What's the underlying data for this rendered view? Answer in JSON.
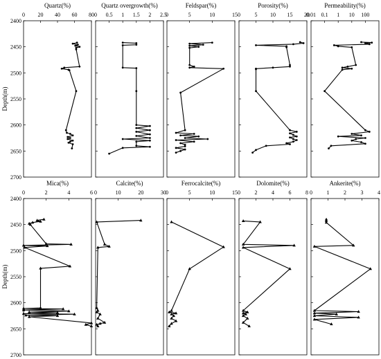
{
  "chart_data": [
    {
      "type": "line",
      "title": "Quartz(%)",
      "ylabel": "Depth(m)",
      "xlim": [
        0,
        80
      ],
      "xticks": [
        0,
        20,
        40,
        60,
        80
      ],
      "ylim": [
        2400,
        2700
      ],
      "yticks": [
        2400,
        2450,
        2500,
        2550,
        2600,
        2650,
        2700
      ],
      "x": [
        63,
        58,
        64,
        61,
        66,
        62,
        62,
        66,
        48,
        45,
        53,
        54,
        62,
        50,
        51,
        55,
        58,
        52,
        55,
        52,
        58,
        55,
        53,
        58,
        57
      ],
      "y": [
        2442,
        2444,
        2446,
        2448,
        2450,
        2452,
        2455,
        2488,
        2490,
        2492,
        2494,
        2495,
        2535,
        2610,
        2615,
        2617,
        2620,
        2623,
        2625,
        2627,
        2630,
        2632,
        2634,
        2637,
        2645
      ]
    },
    {
      "type": "line",
      "title": "Quartz overgrowth(%)",
      "xlim": [
        0,
        2.5
      ],
      "xticks": [
        0,
        0.5,
        1,
        1.5,
        2,
        2.5
      ],
      "ylim": [
        2400,
        2700
      ],
      "yticks": [
        2400,
        2450,
        2500,
        2550,
        2600,
        2650,
        2700
      ],
      "x": [
        1.0,
        1.5,
        1.5,
        1.0,
        1.0,
        1.5,
        1.5,
        1.5,
        2.0,
        1.5,
        2.0,
        1.5,
        2.0,
        1.5,
        2.0,
        1.0,
        2.0,
        1.5,
        1.5,
        2.0,
        1.0,
        0.5
      ],
      "y": [
        2442,
        2443,
        2446,
        2447,
        2490,
        2491,
        2535,
        2600,
        2602,
        2606,
        2610,
        2613,
        2618,
        2621,
        2625,
        2627,
        2630,
        2632,
        2640,
        2642,
        2644,
        2655
      ]
    },
    {
      "type": "line",
      "title": "Feldspar(%)",
      "xlim": [
        0,
        15
      ],
      "xticks": [
        0,
        5,
        10,
        15
      ],
      "ylim": [
        2400,
        2700
      ],
      "yticks": [
        2400,
        2450,
        2500,
        2550,
        2600,
        2650,
        2700
      ],
      "x": [
        10,
        5,
        8,
        5,
        7,
        5,
        5,
        6,
        5,
        12.5,
        3,
        4,
        2,
        6,
        3,
        7,
        4,
        9,
        2,
        6,
        3,
        4,
        4,
        2,
        4,
        3,
        2
      ],
      "y": [
        2442,
        2444,
        2446,
        2448,
        2450,
        2452,
        2485,
        2488,
        2490,
        2492,
        2538,
        2610,
        2615,
        2617,
        2620,
        2622,
        2625,
        2627,
        2629,
        2632,
        2635,
        2638,
        2641,
        2644,
        2647,
        2650,
        2653
      ]
    },
    {
      "type": "line",
      "title": "Porosity(%)",
      "xlim": [
        0,
        20
      ],
      "xticks": [
        0,
        5,
        10,
        15,
        20
      ],
      "ylim": [
        2400,
        2700
      ],
      "yticks": [
        2400,
        2450,
        2500,
        2550,
        2600,
        2650,
        2700
      ],
      "x": [
        18,
        19,
        16,
        5,
        14,
        14,
        15,
        15,
        10,
        5,
        5,
        5,
        15,
        17,
        15,
        16,
        17,
        15,
        16,
        17,
        16,
        14,
        15,
        8,
        5,
        4
      ],
      "y": [
        2441,
        2443,
        2445,
        2447,
        2449,
        2451,
        2485,
        2488,
        2490,
        2492,
        2493,
        2535,
        2610,
        2613,
        2616,
        2619,
        2622,
        2624,
        2627,
        2629,
        2632,
        2635,
        2637,
        2640,
        2648,
        2653
      ]
    },
    {
      "type": "line",
      "title": "Permeability(%)",
      "xlim": [
        0.01,
        1000
      ],
      "xticks": [
        0.01,
        0.1,
        1,
        10,
        100
      ],
      "xscale": "log",
      "ylim": [
        2400,
        2700
      ],
      "yticks": [
        2400,
        2450,
        2500,
        2550,
        2600,
        2650,
        2700
      ],
      "x": [
        50,
        300,
        100,
        200,
        0.5,
        1,
        10,
        20,
        5,
        2,
        10,
        2,
        0.1,
        100,
        200,
        10,
        50,
        1,
        100,
        20,
        10,
        50,
        100,
        0.3,
        0.2
      ],
      "y": [
        2441,
        2442,
        2443,
        2445,
        2447,
        2449,
        2451,
        2485,
        2488,
        2490,
        2492,
        2494,
        2535,
        2610,
        2613,
        2617,
        2620,
        2622,
        2625,
        2627,
        2630,
        2633,
        2636,
        2640,
        2645
      ]
    },
    {
      "type": "line",
      "title": "Mica(%)",
      "ylabel": "Depth(m)",
      "xlim": [
        0,
        6
      ],
      "xticks": [
        0,
        2,
        4,
        6
      ],
      "ylim": [
        2400,
        2700
      ],
      "yticks": [
        2400,
        2450,
        2500,
        2550,
        2600,
        2650,
        2700
      ],
      "x": [
        1.8,
        1.2,
        1.5,
        0.8,
        0.5,
        0.6,
        2,
        4.2,
        0,
        2.1,
        0.1,
        4.1,
        1.5,
        1.5,
        0,
        3.5,
        0,
        4,
        0.5,
        3,
        0,
        4.5,
        0.2,
        3,
        0.5,
        6,
        5.5,
        6
      ],
      "y": [
        2440,
        2442,
        2444,
        2446,
        2448,
        2450,
        2487,
        2488,
        2490,
        2491,
        2494,
        2530,
        2534,
        2610,
        2611,
        2612,
        2614,
        2616,
        2618,
        2619,
        2621,
        2622,
        2624,
        2625,
        2627,
        2639,
        2642,
        2645
      ]
    },
    {
      "type": "line",
      "title": "Calcite(%)",
      "xlim": [
        0,
        30
      ],
      "xticks": [
        0,
        10,
        20,
        30
      ],
      "ylim": [
        2400,
        2700
      ],
      "yticks": [
        2400,
        2450,
        2500,
        2550,
        2600,
        2650,
        2700
      ],
      "x": [
        20,
        0.5,
        4,
        6,
        1,
        0.5,
        1,
        0.5,
        2,
        1,
        4,
        2,
        0.5,
        1
      ],
      "y": [
        2442,
        2445,
        2488,
        2492,
        2494,
        2610,
        2615,
        2618,
        2622,
        2630,
        2638,
        2640,
        2642,
        2645
      ]
    },
    {
      "type": "line",
      "title": "Ferrocalcite(%)",
      "xlim": [
        0,
        15
      ],
      "xticks": [
        0,
        5,
        10,
        15
      ],
      "ylim": [
        2400,
        2700
      ],
      "yticks": [
        2400,
        2450,
        2500,
        2550,
        2600,
        2650,
        2700
      ],
      "x": [
        1,
        12.5,
        5,
        1,
        0.5,
        2,
        1,
        1.5,
        1,
        2,
        1,
        0.5
      ],
      "y": [
        2445,
        2493,
        2535,
        2615,
        2618,
        2620,
        2622,
        2625,
        2630,
        2635,
        2640,
        2645
      ]
    },
    {
      "type": "line",
      "title": "Dolomite(%)",
      "xlim": [
        0,
        8
      ],
      "xticks": [
        0,
        2,
        4,
        6,
        8
      ],
      "ylim": [
        2400,
        2700
      ],
      "yticks": [
        2400,
        2450,
        2500,
        2550,
        2600,
        2650,
        2700
      ],
      "x": [
        0.5,
        2.5,
        0.5,
        6.5,
        0.5,
        6,
        0.5,
        1,
        0.5,
        0.8,
        0.5,
        1,
        0.5,
        1.2
      ],
      "y": [
        2443,
        2445,
        2488,
        2490,
        2494,
        2535,
        2615,
        2618,
        2620,
        2622,
        2625,
        2630,
        2638,
        2645
      ]
    },
    {
      "type": "line",
      "title": "Ankerite(%)",
      "xlim": [
        0,
        4
      ],
      "xticks": [
        0,
        1,
        2,
        3,
        4
      ],
      "ylim": [
        2400,
        2700
      ],
      "yticks": [
        2400,
        2450,
        2500,
        2550,
        2600,
        2650,
        2700
      ],
      "x": [
        0.9,
        0.9,
        0.9,
        2.5,
        0.2,
        3.5,
        0.2,
        2.8,
        0.2,
        1.5,
        0.2,
        2.8,
        0.2,
        1.2
      ],
      "y": [
        2440,
        2443,
        2446,
        2490,
        2492,
        2535,
        2615,
        2617,
        2620,
        2622,
        2625,
        2628,
        2632,
        2641
      ]
    }
  ]
}
